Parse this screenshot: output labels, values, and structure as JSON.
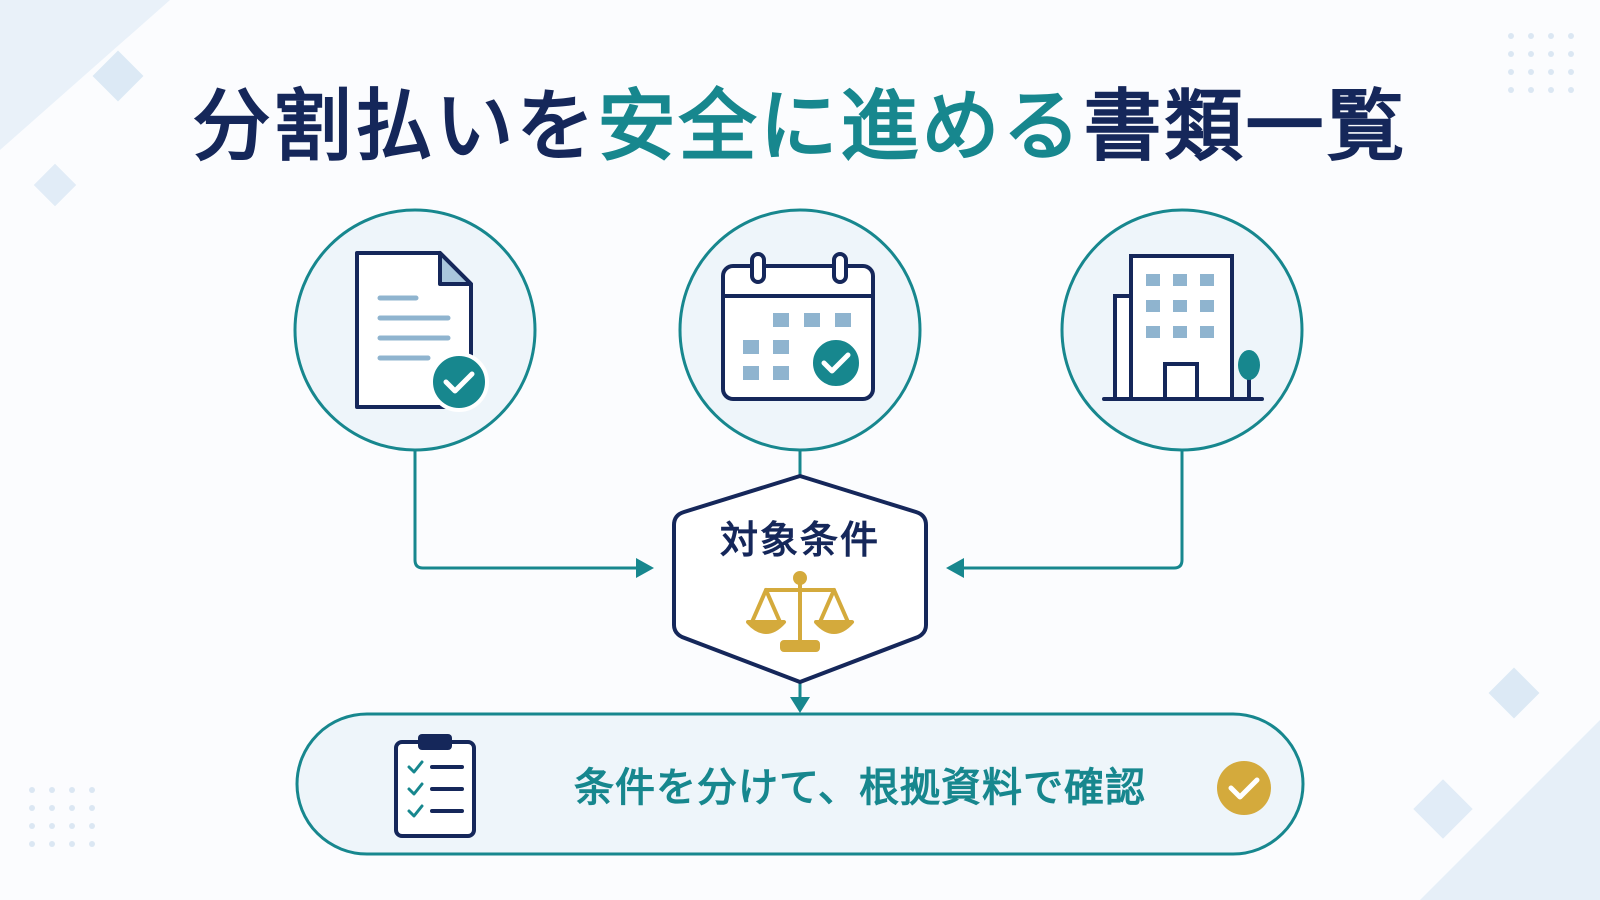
{
  "title": {
    "part1": "分割払いを",
    "part2": "安全に進める",
    "part3": "書類一覧"
  },
  "center_node": {
    "label": "対象条件",
    "icon": "scales-icon"
  },
  "input_nodes": [
    {
      "icon": "document-check-icon"
    },
    {
      "icon": "calendar-check-icon"
    },
    {
      "icon": "office-building-icon"
    }
  ],
  "result": {
    "label": "条件を分けて、根拠資料で確認",
    "icon": "clipboard-checklist-icon",
    "badge_icon": "check-circle-icon"
  },
  "colors": {
    "navy": "#15275a",
    "teal": "#17878e",
    "gold": "#d4aa3c",
    "light_blue": "#8fb4cf",
    "circle_fill": "#eef5fa",
    "decor": "#e3edf7"
  }
}
